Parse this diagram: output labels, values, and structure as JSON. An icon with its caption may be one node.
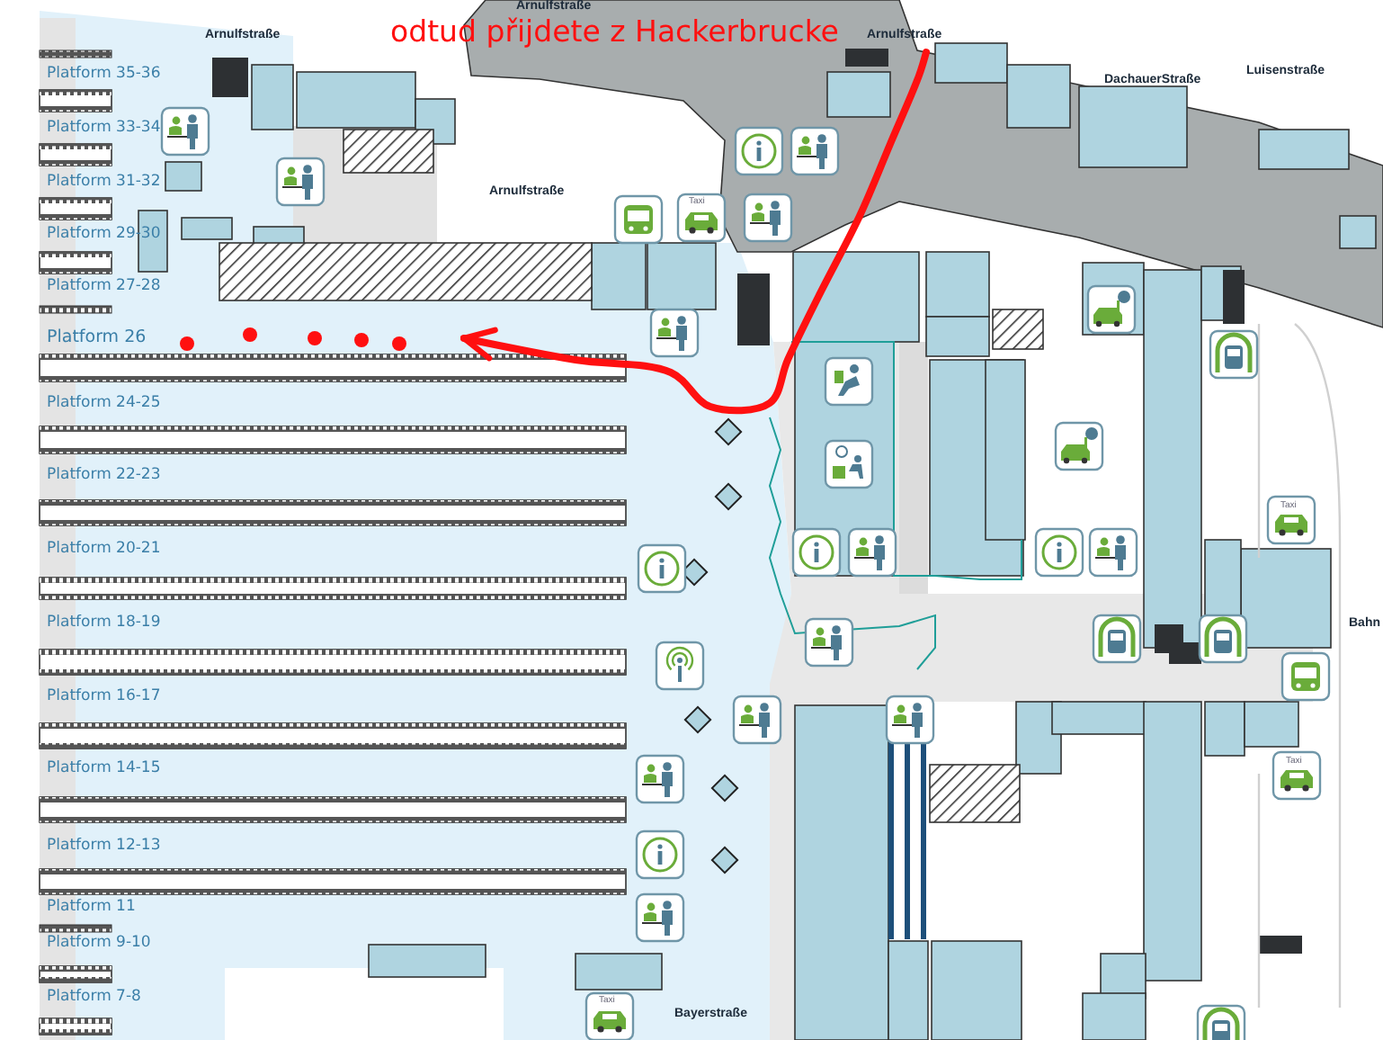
{
  "diagram": {
    "nodes": [
      {
        "text": [
          "odtud přijdete z Hackerbrucke"
        ]
      },
      {
        "text": [
          "Platform 26"
        ]
      }
    ],
    "edges": [
      {
        "from": 0,
        "to": 1,
        "arrow": "to",
        "color": "#ff1010"
      }
    ],
    "labels": [
      "Arnulfstraße",
      "Arnulfstraße",
      "Arnulfstraße",
      "Platform 35-36",
      "Luisenstraße",
      "DachauerStraße",
      "Platform 33-34",
      "Platform 31-32",
      "Arnulfstraße",
      "Taxi",
      "Platform 29-30",
      "Platform 27-28",
      "Platform 24-25",
      "Platform 22-23",
      "Taxi",
      "Platform 20-21",
      "Bahn",
      "Platform 18-19",
      "Platform 16-17",
      "Taxi",
      "Platform 14-15",
      "Platform 12-13",
      "Platform 11",
      "Platform 9-10",
      "Platform 7-8",
      "Taxi",
      "Bayerstraße"
    ]
  }
}
